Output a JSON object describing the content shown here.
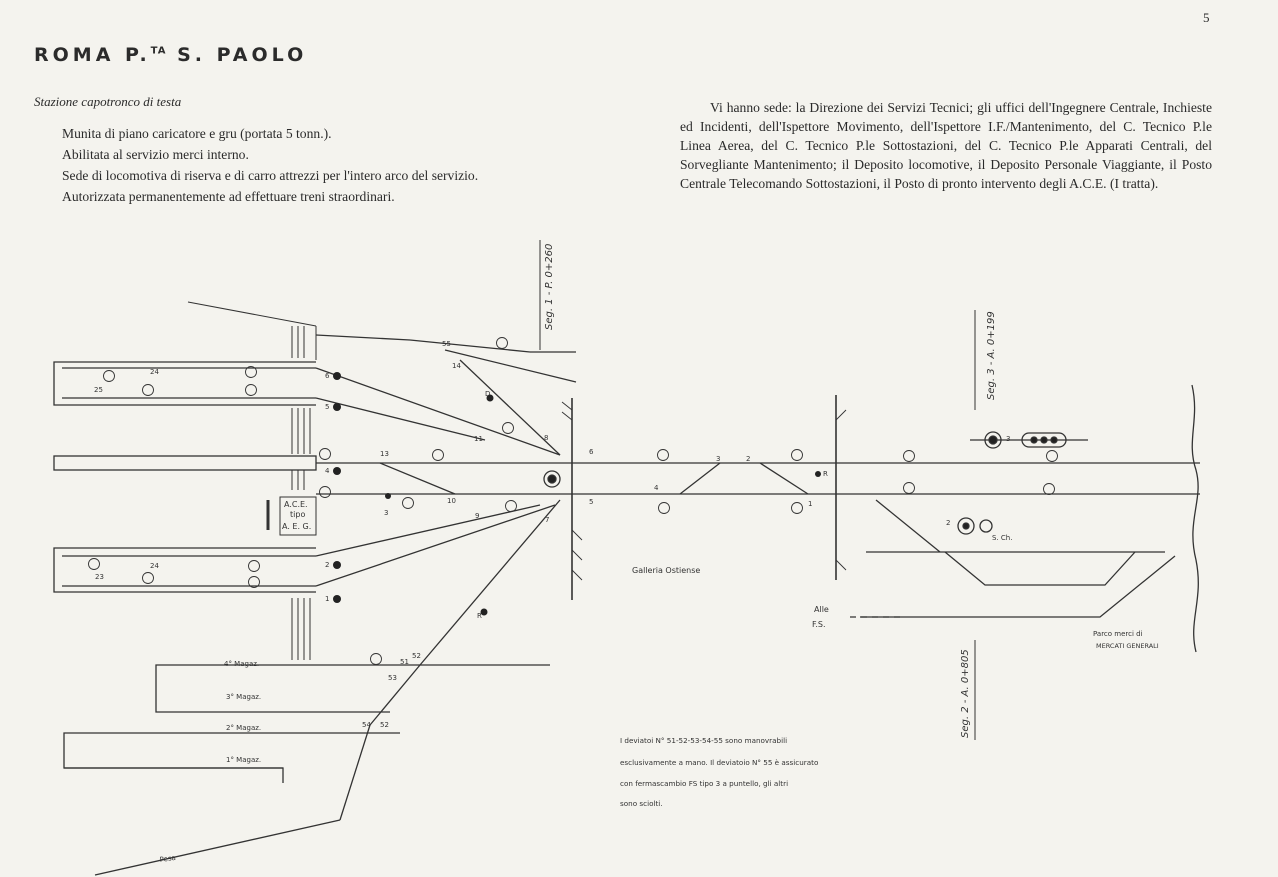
{
  "page_number": "5",
  "title": {
    "main": "ROMA P.",
    "sup": "TA",
    "rest": " S. PAOLO"
  },
  "subtitle": "Stazione capotronco di testa",
  "left_paragraphs": [
    "Munita di piano caricatore e gru (portata 5 tonn.).",
    "Abilitata al servizio merci interno.",
    "Sede di locomotiva di riserva e di carro attrezzi per l'intero arco del servizio.",
    "Autorizzata permanentemente ad effettuare treni straordinari."
  ],
  "right_paragraph": "Vi hanno sede: la Direzione dei Servizi Tecnici; gli uffici dell'Ingegnere Centrale, Inchieste ed Incidenti, dell'Ispettore Movimento, dell'Ispettore I.F./Mantenimento, del C. Tecnico P.le Linea Aerea, del C. Tecnico P.le Sottostazioni, del C. Tecnico P.le Apparati Centrali, del Sorvegliante Mantenimento; il Deposito locomotive, il Deposito Personale Viaggiante, il Posto Centrale Telecomando Sottostazioni, il Posto di pronto intervento degli A.C.E. (I tratta).",
  "diagram": {
    "seg1": "Seg. 1 - P. 0+260",
    "seg3": "Seg. 3 - A. 0+199",
    "seg2": "Seg. 2 - A. 0+805",
    "ace_box": [
      "A.C.E.",
      "tipo",
      "A. E. G."
    ],
    "galleria": "Galleria Ostiense",
    "alle_fs": [
      "Alle",
      "F.S."
    ],
    "parco": [
      "Parco merci di",
      "MERCATI GENERALI"
    ],
    "magaz": [
      "4° Magaz.",
      "3° Magaz.",
      "2° Magaz.",
      "1° Magaz."
    ],
    "pesa": "Pesa",
    "sch": "S. Ch.",
    "note_lines": [
      "I deviatoi N° 51-52-53-54-55 sono manovrabili",
      "esclusivamente a mano. Il deviatoio N° 55 è assicurato",
      "con fermascambio FS tipo 3 a puntello, gli altri",
      "sono sciolti."
    ]
  }
}
